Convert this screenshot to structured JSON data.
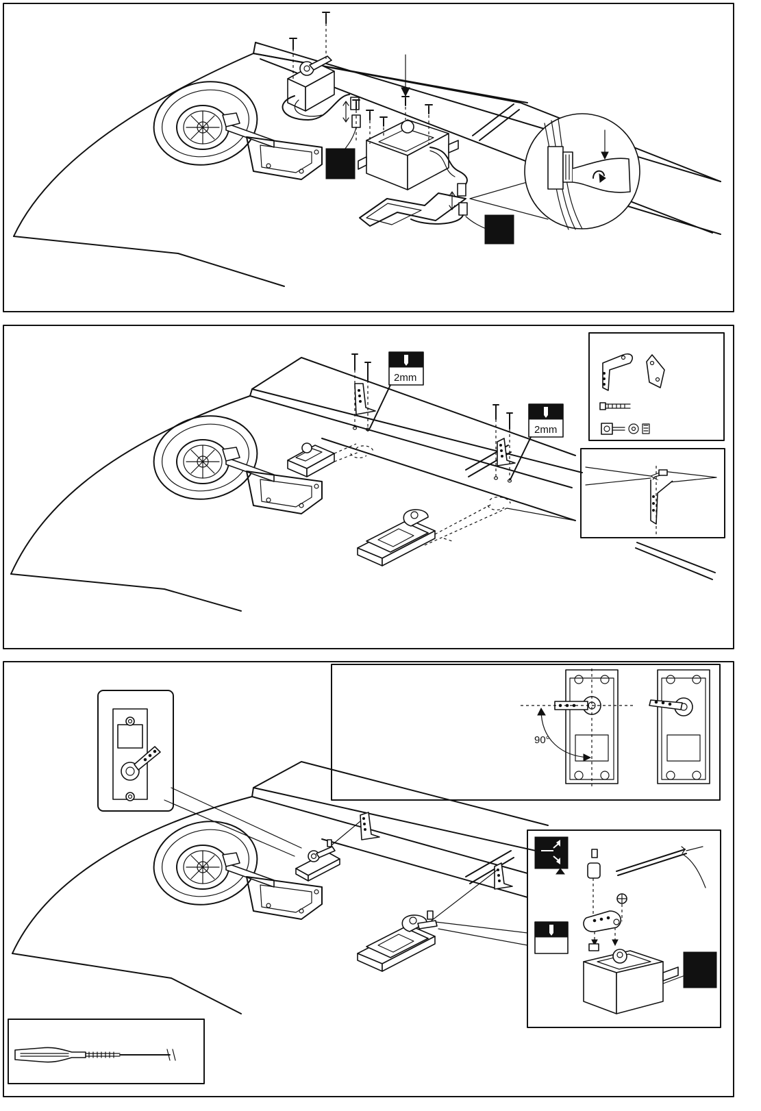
{
  "panel2": {
    "drill_badge_1": "2mm",
    "drill_badge_2": "2mm"
  },
  "panel3": {
    "angle_label": "90°"
  }
}
